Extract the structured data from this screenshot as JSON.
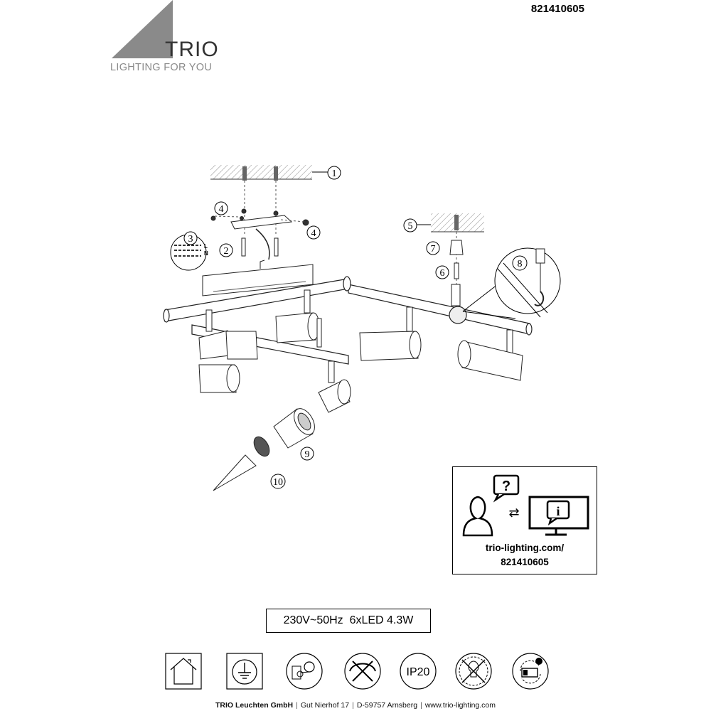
{
  "header": {
    "article_number": "821410605",
    "brand": "TRIO",
    "tagline": "LIGHTING FOR YOU"
  },
  "diagram": {
    "step_labels": [
      "1",
      "2",
      "3",
      "4",
      "4",
      "5",
      "6",
      "7",
      "8",
      "9",
      "10"
    ],
    "wiring_labels": [
      "L",
      "N"
    ]
  },
  "info_box": {
    "url_line1": "trio-lighting.com/",
    "url_line2": "821410605"
  },
  "spec": {
    "text": "230V~50Hz  6xLED 4.3W"
  },
  "symbols": [
    {
      "name": "indoor-use-icon"
    },
    {
      "name": "protection-class-icon"
    },
    {
      "name": "lamp-type-icon"
    },
    {
      "name": "not-dimmable-icon"
    },
    {
      "name": "ip-rating-icon",
      "label": "IP20"
    },
    {
      "name": "led-not-replaceable-icon"
    },
    {
      "name": "recycling-icon"
    }
  ],
  "footer": {
    "company": "TRIO Leuchten GmbH",
    "street": "Gut Nierhof 17",
    "city": "D-59757 Arnsberg",
    "website": "www.trio-lighting.com"
  }
}
